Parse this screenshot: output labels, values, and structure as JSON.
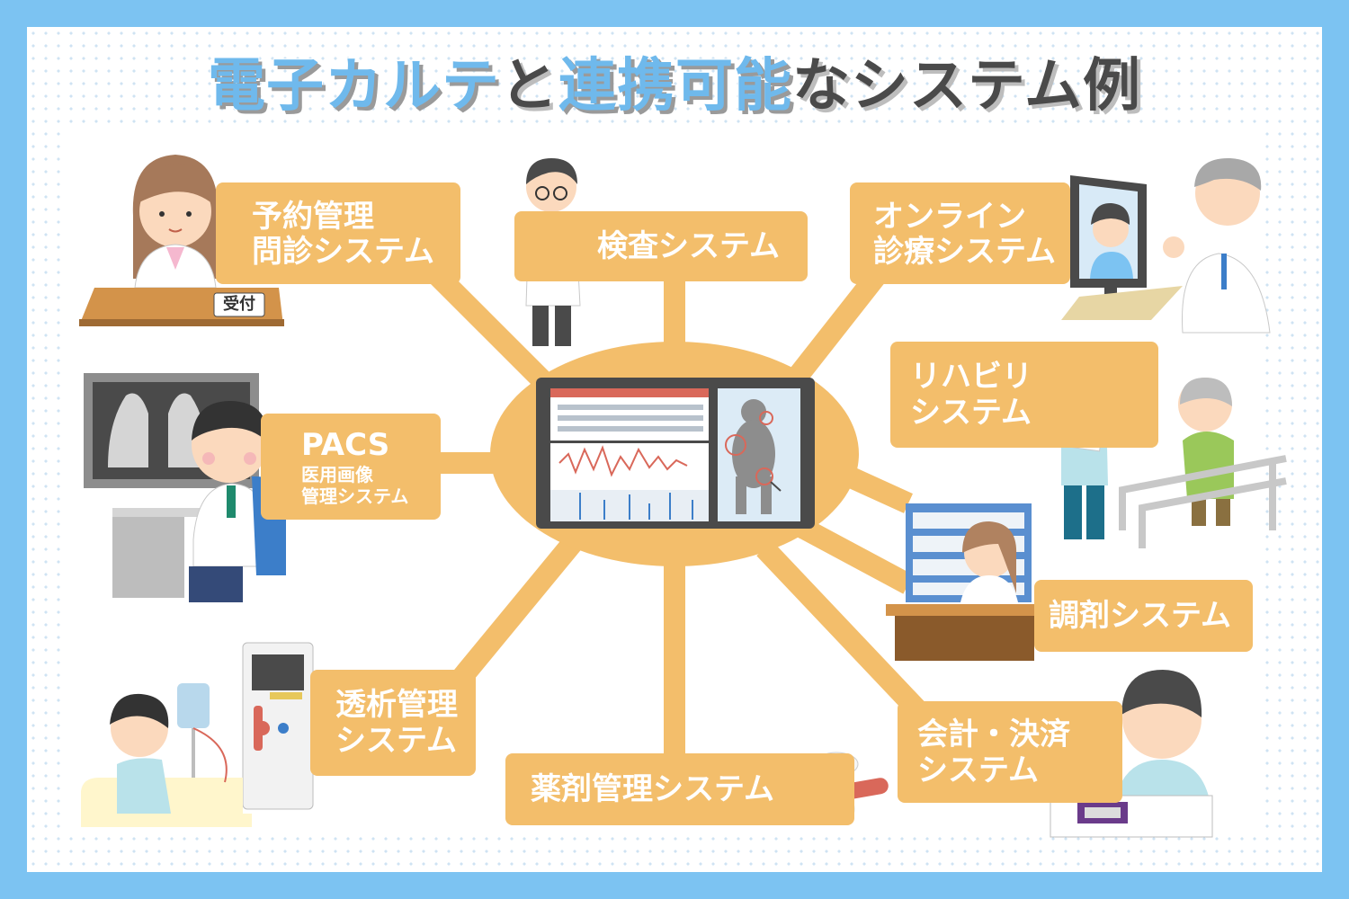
{
  "title": {
    "part1": "電子カルテ",
    "part2": "と",
    "part3": "連携可能",
    "part4": "なシステム例"
  },
  "colors": {
    "background": "#7cc3f2",
    "box": "#f3be6b",
    "title_accent": "#6fb9ec",
    "title_dark": "#4a4a4a"
  },
  "systems": {
    "reservation": {
      "line1": "予約管理",
      "line2": "問診システム"
    },
    "reception_sign": "受付",
    "exam": {
      "label": "検査システム"
    },
    "online": {
      "line1": "オンライン",
      "line2": "診療システム"
    },
    "pacs": {
      "line1": "PACS",
      "line2": "医用画像",
      "line3": "管理システム"
    },
    "rehab": {
      "line1": "リハビリ",
      "line2": "システム"
    },
    "dispensing": {
      "label": "調剤システム"
    },
    "dialysis": {
      "line1": "透析管理",
      "line2": "システム"
    },
    "drug": {
      "label": "薬剤管理システム"
    },
    "billing": {
      "line1": "会計・決済",
      "line2": "システム"
    }
  }
}
